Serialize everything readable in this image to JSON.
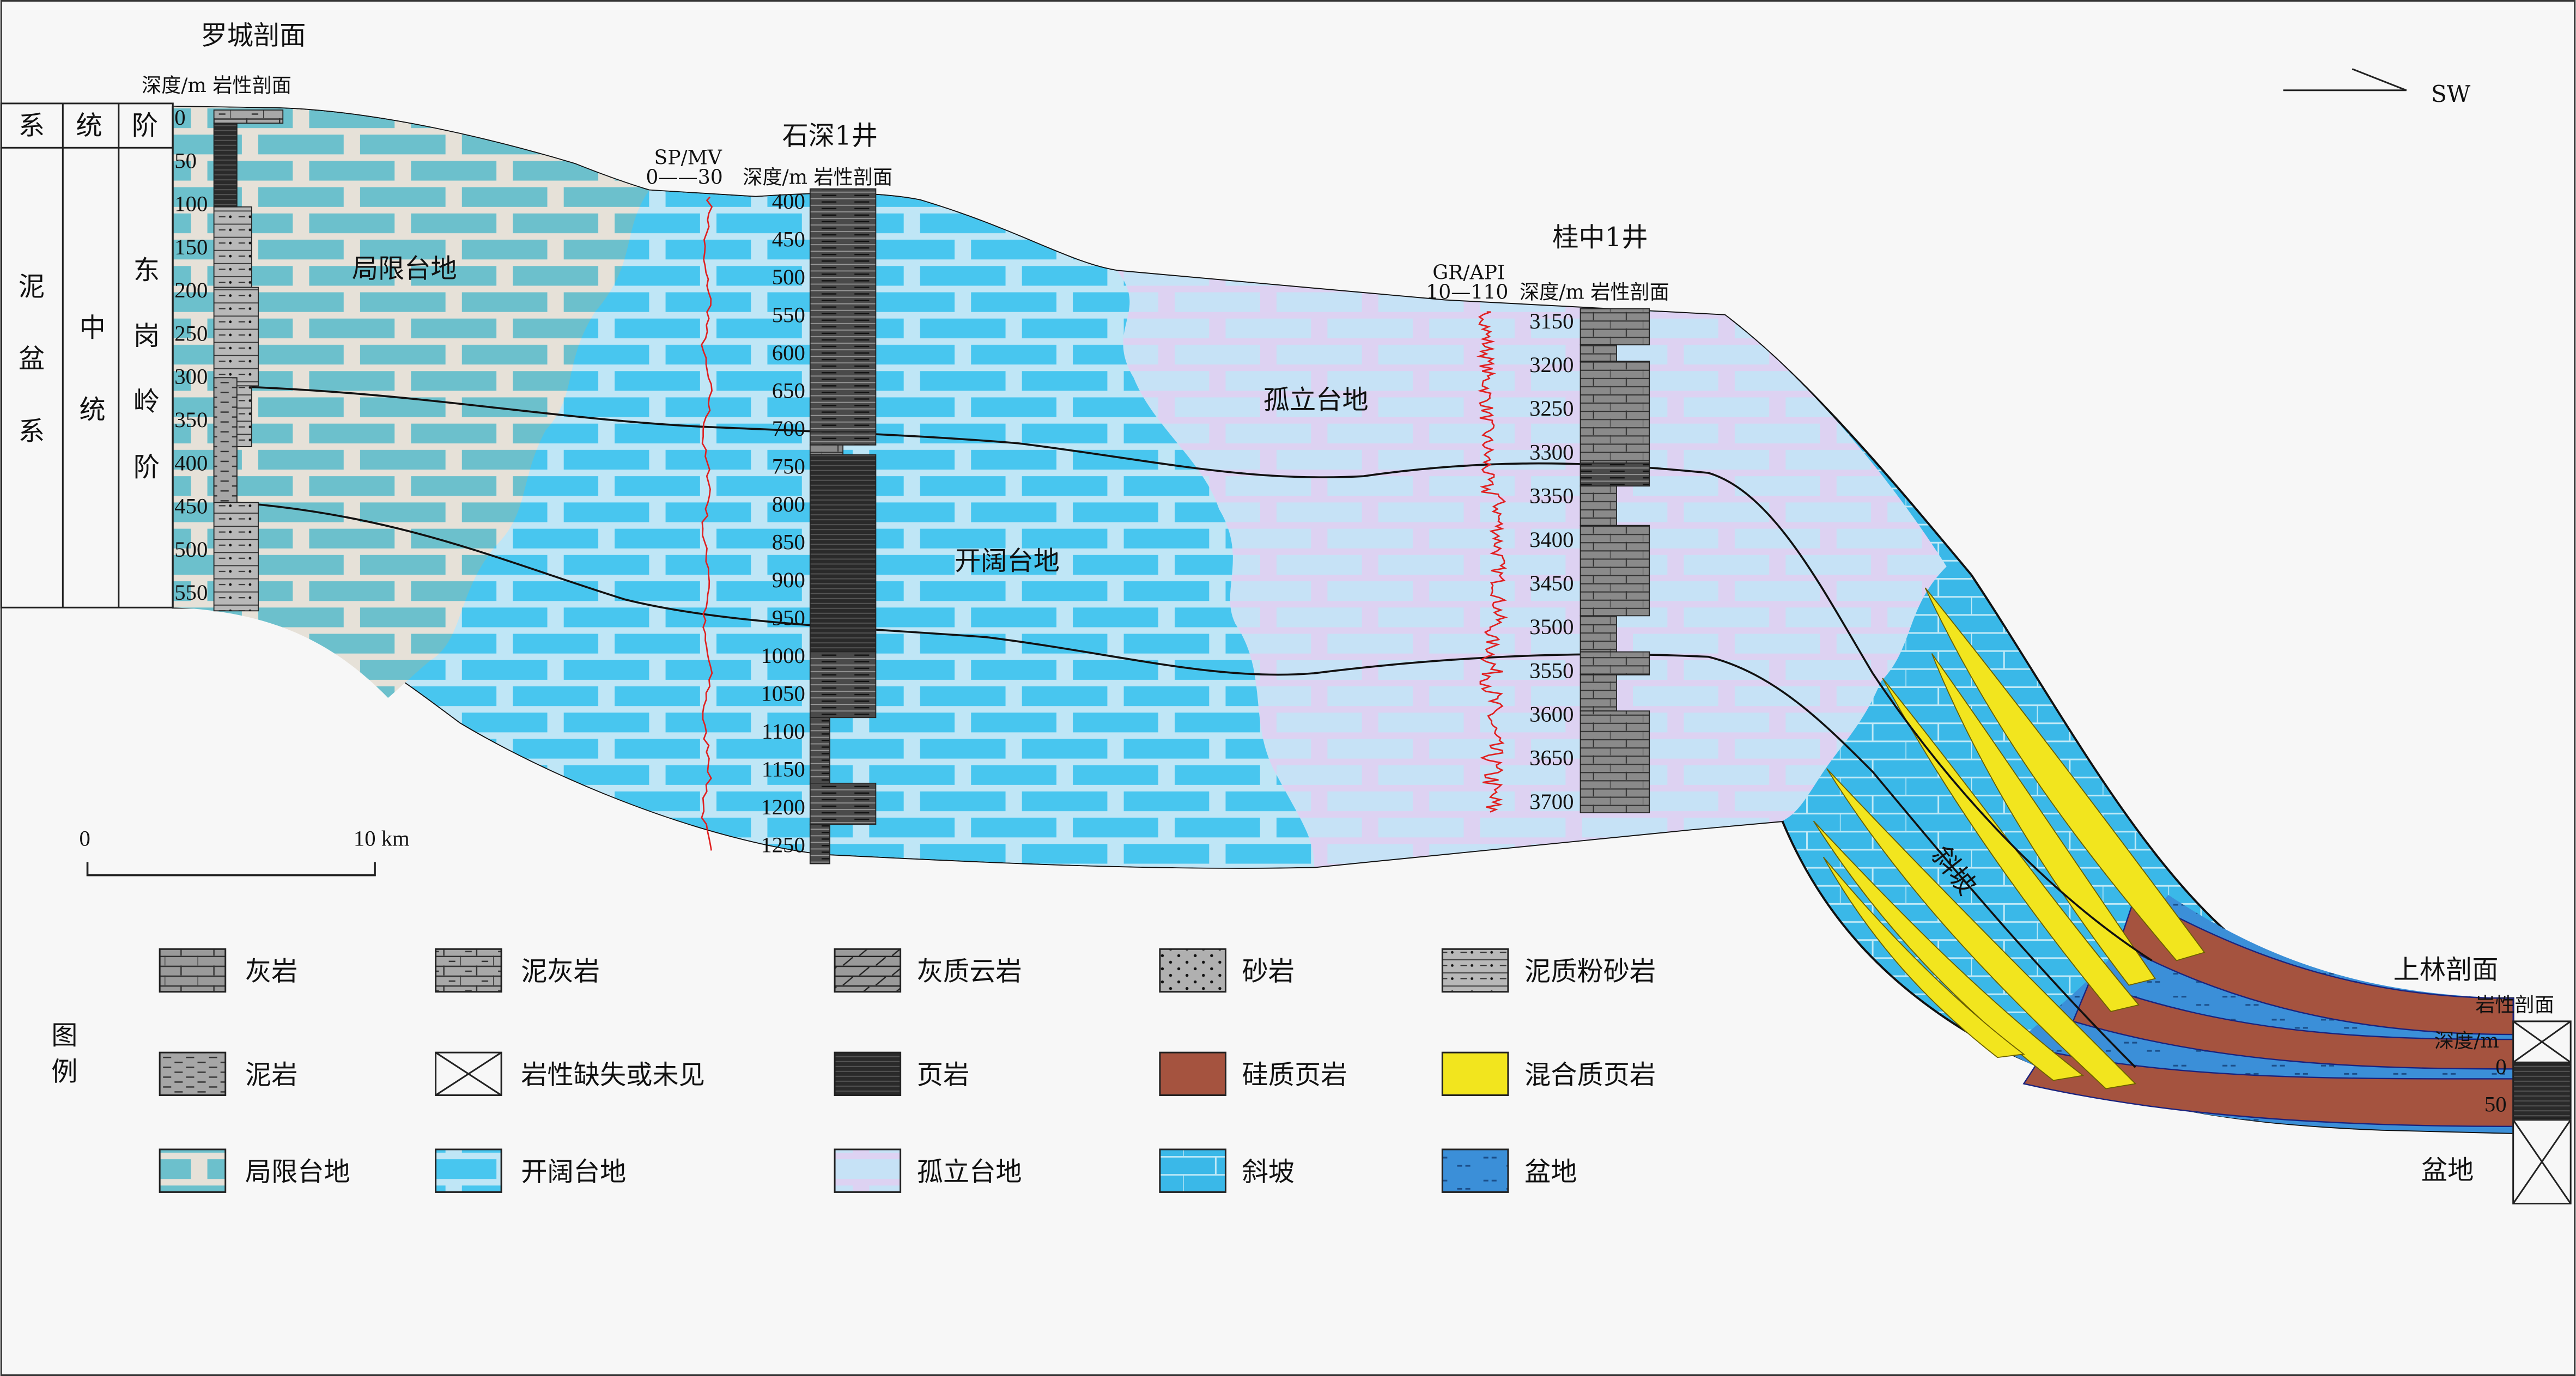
{
  "direction": {
    "label": "SW"
  },
  "strat_table": {
    "headers": [
      "系",
      "统",
      "阶"
    ],
    "system": "泥盆系",
    "series": "中统",
    "stage": "东岗岭阶"
  },
  "sections": {
    "luocheng": {
      "title": "罗城剖面",
      "header": "深度/m 岩性剖面",
      "depths": [
        "0",
        "50",
        "100",
        "150",
        "200",
        "250",
        "300",
        "350",
        "400",
        "450",
        "500",
        "550"
      ]
    },
    "shishen1": {
      "title": "石深1井",
      "curve_name": "SP/MV",
      "curve_scale": "0——30",
      "header": "深度/m 岩性剖面",
      "depths": [
        "400",
        "450",
        "500",
        "550",
        "600",
        "650",
        "700",
        "750",
        "800",
        "850",
        "900",
        "950",
        "1000",
        "1050",
        "1100",
        "1150",
        "1200",
        "1250"
      ]
    },
    "guizhong1": {
      "title": "桂中1井",
      "curve_name": "GR/API",
      "curve_scale": "10—110",
      "header": "深度/m 岩性剖面",
      "depths": [
        "3150",
        "3200",
        "3250",
        "3300",
        "3350",
        "3400",
        "3450",
        "3500",
        "3550",
        "3600",
        "3650",
        "3700"
      ]
    },
    "shanglin": {
      "title": "上林剖面",
      "header": "岩性剖面",
      "depth_header": "深度/m",
      "depths": [
        "0",
        "50"
      ]
    }
  },
  "facies_labels": {
    "restricted": "局限台地",
    "open": "开阔台地",
    "isolated": "孤立台地",
    "slope": "斜坡",
    "basin": "盆地"
  },
  "scale_bar": {
    "start": "0",
    "end": "10 km"
  },
  "legend": {
    "title": "图例",
    "items": [
      {
        "label": "灰岩",
        "pattern": "limestone"
      },
      {
        "label": "泥灰岩",
        "pattern": "marl"
      },
      {
        "label": "灰质云岩",
        "pattern": "dolomite"
      },
      {
        "label": "砂岩",
        "pattern": "sandstone"
      },
      {
        "label": "泥质粉砂岩",
        "pattern": "siltstone"
      },
      {
        "label": "泥岩",
        "pattern": "mudstone"
      },
      {
        "label": "岩性缺失或未见",
        "pattern": "missing"
      },
      {
        "label": "页岩",
        "pattern": "shale"
      },
      {
        "label": "硅质页岩",
        "pattern": "siliceous-shale",
        "color": "#a5533f"
      },
      {
        "label": "混合质页岩",
        "pattern": "mixed-shale",
        "color": "#f2e51e"
      },
      {
        "label": "局限台地",
        "pattern": "restricted-platform"
      },
      {
        "label": "开阔台地",
        "pattern": "open-platform"
      },
      {
        "label": "孤立台地",
        "pattern": "isolated-platform"
      },
      {
        "label": "斜坡",
        "pattern": "slope"
      },
      {
        "label": "盆地",
        "pattern": "basin"
      }
    ]
  },
  "colors": {
    "restricted_brick": "#6cc0cc",
    "open_brick": "#48c6ef",
    "isolated_brick": "#c6e2f6",
    "slope_brick": "#3ab8e8",
    "basin": "#3b8fd8",
    "siliceous_shale": "#a5533f",
    "mixed_shale": "#f2e51e",
    "log_curve": "#e02020"
  }
}
